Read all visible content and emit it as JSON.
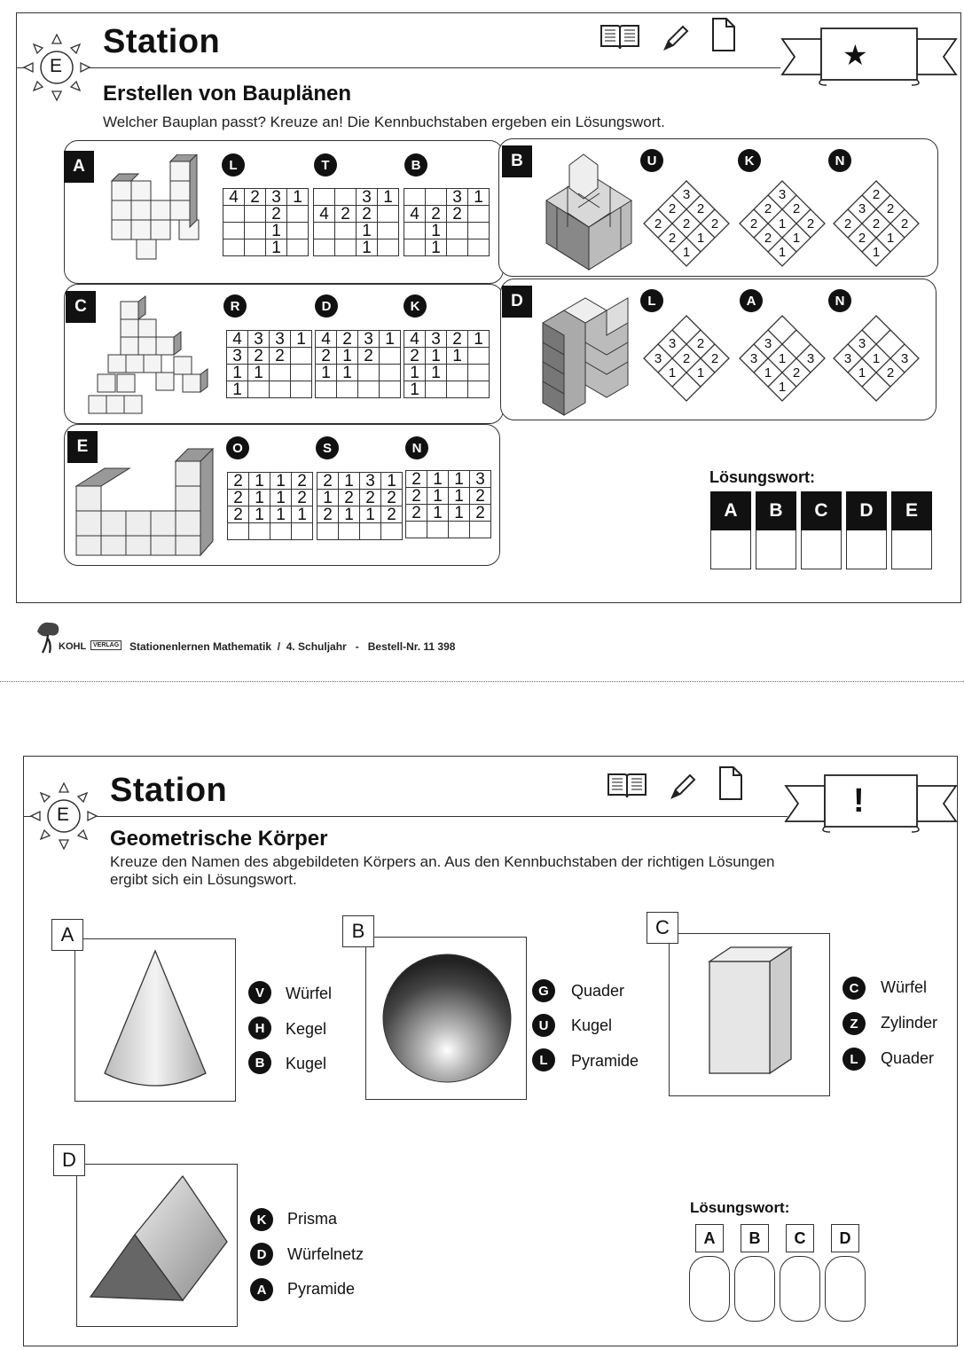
{
  "card1": {
    "badge": "E",
    "title": "Station",
    "subtitle": "Erstellen von Bauplänen",
    "instruction": "Welcher Bauplan passt? Kreuze an! Die Kennbuchstaben ergeben ein Lösungswort.",
    "ribbon_symbol": "★",
    "panels": [
      {
        "tag": "A",
        "options": [
          {
            "key": "L",
            "grid": [
              [
                "4",
                "2",
                "3",
                "1"
              ],
              [
                "",
                "",
                "2",
                ""
              ],
              [
                "",
                "",
                "1",
                ""
              ],
              [
                "",
                "",
                "1",
                ""
              ]
            ]
          },
          {
            "key": "T",
            "grid": [
              [
                "",
                "",
                "3",
                "1"
              ],
              [
                "4",
                "2",
                "2",
                ""
              ],
              [
                "",
                "",
                "1",
                ""
              ],
              [
                "",
                "",
                "1",
                ""
              ]
            ]
          },
          {
            "key": "B",
            "grid": [
              [
                "",
                "",
                "3",
                "1"
              ],
              [
                "4",
                "2",
                "2",
                ""
              ],
              [
                "",
                "1",
                "",
                ""
              ],
              [
                "",
                "1",
                "",
                ""
              ]
            ]
          }
        ]
      },
      {
        "tag": "B",
        "options": [
          {
            "key": "U",
            "diamond": [
              "3",
              "2",
              "2",
              "2",
              "2",
              "2",
              "2",
              "1",
              "1"
            ]
          },
          {
            "key": "K",
            "diamond": [
              "3",
              "2",
              "2",
              "2",
              "1",
              "2",
              "2",
              "1",
              "1"
            ]
          },
          {
            "key": "N",
            "diamond": [
              "2",
              "3",
              "2",
              "2",
              "2",
              "2",
              "2",
              "1",
              "1"
            ]
          }
        ]
      },
      {
        "tag": "C",
        "options": [
          {
            "key": "R",
            "grid": [
              [
                "4",
                "3",
                "3",
                "1"
              ],
              [
                "3",
                "2",
                "2",
                ""
              ],
              [
                "1",
                "1",
                "",
                ""
              ],
              [
                "1",
                "",
                "",
                ""
              ]
            ]
          },
          {
            "key": "D",
            "grid": [
              [
                "4",
                "2",
                "3",
                "1"
              ],
              [
                "2",
                "1",
                "2",
                ""
              ],
              [
                "1",
                "1",
                "",
                ""
              ],
              [
                "",
                "",
                "",
                ""
              ]
            ]
          },
          {
            "key": "K",
            "grid": [
              [
                "4",
                "3",
                "2",
                "1"
              ],
              [
                "2",
                "1",
                "1",
                ""
              ],
              [
                "1",
                "1",
                "",
                ""
              ],
              [
                "1",
                "",
                "",
                ""
              ]
            ]
          }
        ]
      },
      {
        "tag": "D",
        "options": [
          {
            "key": "L",
            "diamond": [
              "3",
              "2",
              "3",
              "2",
              "2",
              "1",
              "1",
              "",
              ""
            ]
          },
          {
            "key": "A",
            "diamond": [
              "3",
              "3",
              "1",
              "3",
              "1",
              "2",
              "1",
              "",
              ""
            ]
          },
          {
            "key": "N",
            "diamond": [
              "3",
              "3",
              "1",
              "3",
              "1",
              "2",
              "",
              ""
            ]
          }
        ]
      },
      {
        "tag": "E",
        "options": [
          {
            "key": "O",
            "grid": [
              [
                "2",
                "1",
                "1",
                "2"
              ],
              [
                "2",
                "1",
                "1",
                "2"
              ],
              [
                "2",
                "1",
                "1",
                "1"
              ],
              [
                "",
                "",
                "",
                ""
              ]
            ]
          },
          {
            "key": "S",
            "grid": [
              [
                "2",
                "1",
                "3",
                "1"
              ],
              [
                "1",
                "2",
                "2",
                "2"
              ],
              [
                "2",
                "1",
                "1",
                "2"
              ],
              [
                "",
                "",
                "",
                ""
              ]
            ]
          },
          {
            "key": "N",
            "grid": [
              [
                "2",
                "1",
                "1",
                "3"
              ],
              [
                "2",
                "1",
                "1",
                "2"
              ],
              [
                "2",
                "1",
                "1",
                "2"
              ],
              [
                "",
                "",
                "",
                ""
              ]
            ]
          }
        ]
      }
    ],
    "solution_label": "Lösungswort:",
    "solution_letters": [
      "A",
      "B",
      "C",
      "D",
      "E"
    ]
  },
  "footer": {
    "publisher": "KOHL",
    "publisher_tag": "VERLAG",
    "text": "Stationenlernen Mathematik  /  4. Schuljahr   -   Bestell-Nr. 11 398"
  },
  "card2": {
    "badge": "E",
    "title": "Station",
    "subtitle": "Geometrische Körper",
    "instruction_line1": "Kreuze den Namen des abgebildeten Körpers an. Aus den Kennbuchstaben der richtigen Lösungen",
    "instruction_line2": "ergibt sich ein Lösungswort.",
    "ribbon_symbol": "!",
    "items": [
      {
        "label": "A",
        "options": [
          {
            "key": "V",
            "text": "Würfel"
          },
          {
            "key": "H",
            "text": "Kegel"
          },
          {
            "key": "B",
            "text": "Kugel"
          }
        ]
      },
      {
        "label": "B",
        "options": [
          {
            "key": "G",
            "text": "Quader"
          },
          {
            "key": "U",
            "text": "Kugel"
          },
          {
            "key": "L",
            "text": "Pyramide"
          }
        ]
      },
      {
        "label": "C",
        "options": [
          {
            "key": "C",
            "text": "Würfel"
          },
          {
            "key": "Z",
            "text": "Zylinder"
          },
          {
            "key": "L",
            "text": "Quader"
          }
        ]
      },
      {
        "label": "D",
        "options": [
          {
            "key": "K",
            "text": "Prisma"
          },
          {
            "key": "D",
            "text": "Würfelnetz"
          },
          {
            "key": "A",
            "text": "Pyramide"
          }
        ]
      }
    ],
    "solution_label": "Lösungswort:",
    "solution_letters": [
      "A",
      "B",
      "C",
      "D"
    ]
  },
  "icons": [
    "sun-badge-icon",
    "book-icon",
    "pencil-icon",
    "page-icon",
    "ribbon-banner-icon",
    "tree-logo-icon"
  ]
}
